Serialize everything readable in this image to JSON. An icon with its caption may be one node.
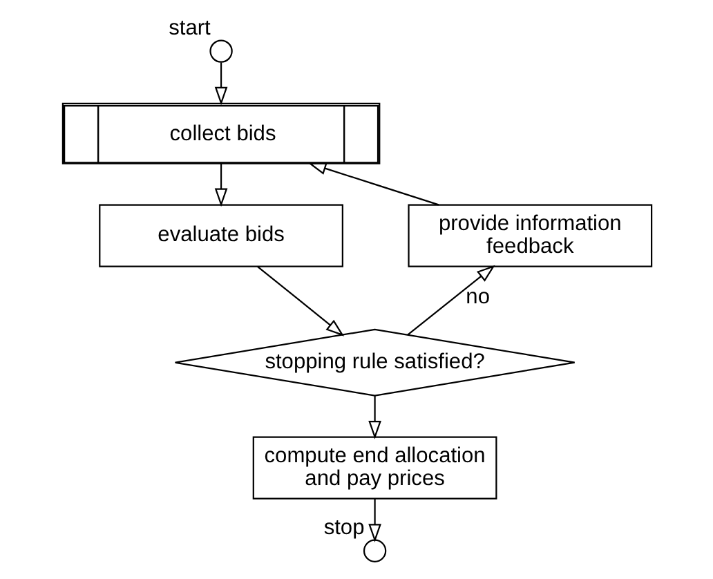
{
  "diagram": {
    "nodes": [
      {
        "text": [],
        "shape": "circle",
        "beside": [
          "start"
        ]
      },
      {
        "text": [
          "collect bids"
        ]
      },
      {
        "text": [
          "evaluate bids"
        ]
      },
      {
        "text": [
          "stopping rule satisfied?"
        ]
      },
      {
        "text": [
          "provide information feedback"
        ]
      },
      {
        "text": [
          "compute end allocation and pay prices"
        ]
      },
      {
        "text": [],
        "shape": "circle",
        "beside": [
          "stop"
        ]
      }
    ],
    "edges": [
      {
        "from": 0,
        "to": 1,
        "arrow": "to"
      },
      {
        "from": 1,
        "to": 2,
        "arrow": "to"
      },
      {
        "from": 2,
        "to": 3,
        "arrow": "to"
      },
      {
        "from": 3,
        "to": 4,
        "arrow": "to",
        "label": "no"
      },
      {
        "from": 4,
        "to": 1,
        "arrow": "to"
      },
      {
        "from": 3,
        "to": 5,
        "arrow": "to"
      },
      {
        "from": 5,
        "to": 6,
        "arrow": "to"
      }
    ]
  }
}
